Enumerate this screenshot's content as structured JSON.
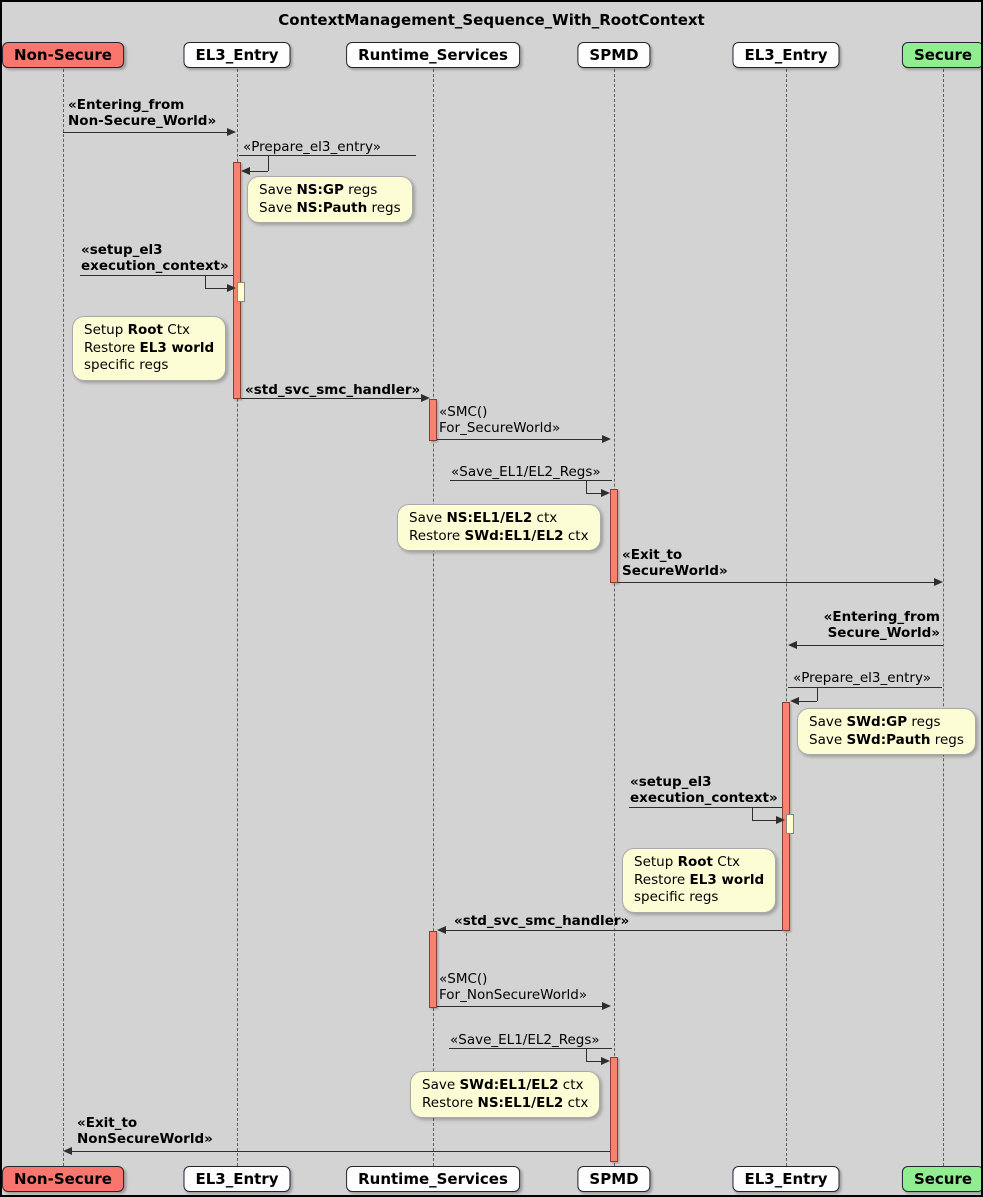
{
  "title": "ContextManagement_Sequence_With_RootContext",
  "participants": [
    {
      "name": "Non-Secure"
    },
    {
      "name": "EL3_Entry"
    },
    {
      "name": "Runtime_Services"
    },
    {
      "name": "SPMD"
    },
    {
      "name": "EL3_Entry"
    },
    {
      "name": "Secure"
    }
  ],
  "messages": [
    {
      "label": "«Entering_from\nNon-Secure_World»"
    },
    {
      "label": "«Prepare_el3_entry»"
    },
    {
      "label": "«setup_el3\nexecution_context»"
    },
    {
      "label": "«std_svc_smc_handler»"
    },
    {
      "label": "«SMC()\nFor_SecureWorld»"
    },
    {
      "label": "«Save_EL1/EL2_Regs»"
    },
    {
      "label": "«Exit_to\nSecureWorld»"
    },
    {
      "label": "«Entering_from\nSecure_World»"
    },
    {
      "label": "«Prepare_el3_entry»"
    },
    {
      "label": "«setup_el3\nexecution_context»"
    },
    {
      "label": "«std_svc_smc_handler»"
    },
    {
      "label": "«SMC()\nFor_NonSecureWorld»"
    },
    {
      "label": "«Save_EL1/EL2_Regs»"
    },
    {
      "label": "«Exit_to\nNonSecureWorld»"
    }
  ],
  "notes": [
    {
      "lines": [
        [
          [
            "Save ",
            false
          ],
          [
            "NS:GP",
            true
          ],
          [
            " regs",
            false
          ]
        ],
        [
          [
            "Save ",
            false
          ],
          [
            "NS:Pauth",
            true
          ],
          [
            " regs",
            false
          ]
        ]
      ]
    },
    {
      "lines": [
        [
          [
            "Setup ",
            false
          ],
          [
            "Root",
            true
          ],
          [
            " Ctx",
            false
          ]
        ],
        [
          [
            "Restore ",
            false
          ],
          [
            "EL3 world",
            true
          ]
        ],
        [
          [
            "specific regs",
            false
          ]
        ]
      ]
    },
    {
      "lines": [
        [
          [
            "Save ",
            false
          ],
          [
            "NS:EL1/EL2",
            true
          ],
          [
            " ctx",
            false
          ]
        ],
        [
          [
            "Restore ",
            false
          ],
          [
            "SWd:EL1/EL2",
            true
          ],
          [
            " ctx",
            false
          ]
        ]
      ]
    },
    {
      "lines": [
        [
          [
            "Save ",
            false
          ],
          [
            "SWd:GP",
            true
          ],
          [
            " regs",
            false
          ]
        ],
        [
          [
            "Save ",
            false
          ],
          [
            "SWd:Pauth",
            true
          ],
          [
            " regs",
            false
          ]
        ]
      ]
    },
    {
      "lines": [
        [
          [
            "Setup ",
            false
          ],
          [
            "Root",
            true
          ],
          [
            " Ctx",
            false
          ]
        ],
        [
          [
            "Restore ",
            false
          ],
          [
            "EL3 world",
            true
          ]
        ],
        [
          [
            "specific regs",
            false
          ]
        ]
      ]
    },
    {
      "lines": [
        [
          [
            "Save ",
            false
          ],
          [
            "SWd:EL1/EL2",
            true
          ],
          [
            " ctx",
            false
          ]
        ],
        [
          [
            "Restore ",
            false
          ],
          [
            "NS:EL1/EL2",
            true
          ],
          [
            " ctx",
            false
          ]
        ]
      ]
    }
  ],
  "colors": {
    "background": "#D3D3D3",
    "participant_red": "#F8766D",
    "participant_green": "#90EE90",
    "participant_default": "#FEFEFE",
    "activation": "#FA8072",
    "activation_border": "#8B3E2F",
    "nested_activation": "#FEFECE",
    "note_bg": "#FDFDD5",
    "note_border": "#A9A9A9",
    "line": "#2E2E2E"
  }
}
